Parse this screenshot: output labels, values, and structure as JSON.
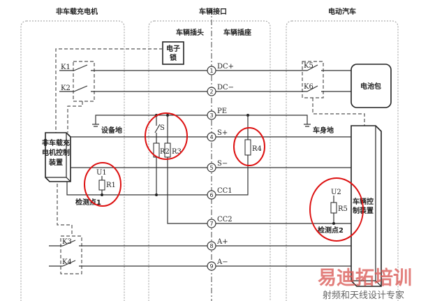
{
  "titles": {
    "charger": "非车载充电机",
    "interface": "车辆接口",
    "vehicle": "电动汽车",
    "plug": "车辆插头",
    "socket": "车辆插座"
  },
  "components": {
    "lock": [
      "电子",
      "锁"
    ],
    "battery": "电池包",
    "charger_ctrl": [
      "非车载充",
      "电机控制",
      "装置"
    ],
    "vehicle_ctrl": [
      "车辆控",
      "制装置"
    ],
    "ground_equipment": "设备地",
    "ground_body": "车身地",
    "detect1": "检测点1",
    "detect2": "检测点2",
    "switches": {
      "k1": "K1",
      "k2": "K2",
      "k3": "K3",
      "k4": "K4",
      "k5": "K5",
      "k6": "K6",
      "s": "S"
    },
    "resistors": {
      "r1": "R1",
      "r2": "R2",
      "r3": "R3",
      "r4": "R4",
      "r5": "R5",
      "u1": "U1",
      "u2": "U2"
    }
  },
  "pins": [
    {
      "n": "1",
      "label": "DC+"
    },
    {
      "n": "2",
      "label": "DC−"
    },
    {
      "n": "3",
      "label": "PE"
    },
    {
      "n": "4",
      "label": "S+"
    },
    {
      "n": "5",
      "label": "S−"
    },
    {
      "n": "6",
      "label": "CC1"
    },
    {
      "n": "7",
      "label": "CC2"
    },
    {
      "n": "8",
      "label": "A+"
    },
    {
      "n": "9",
      "label": "A−"
    }
  ],
  "watermark": {
    "main": "易迪拓培训",
    "sub": "射频和天线设计专家"
  },
  "colors": {
    "highlight": "#d11111",
    "watermark_red": "#d9534f",
    "watermark_blue": "#3a6ea5"
  }
}
